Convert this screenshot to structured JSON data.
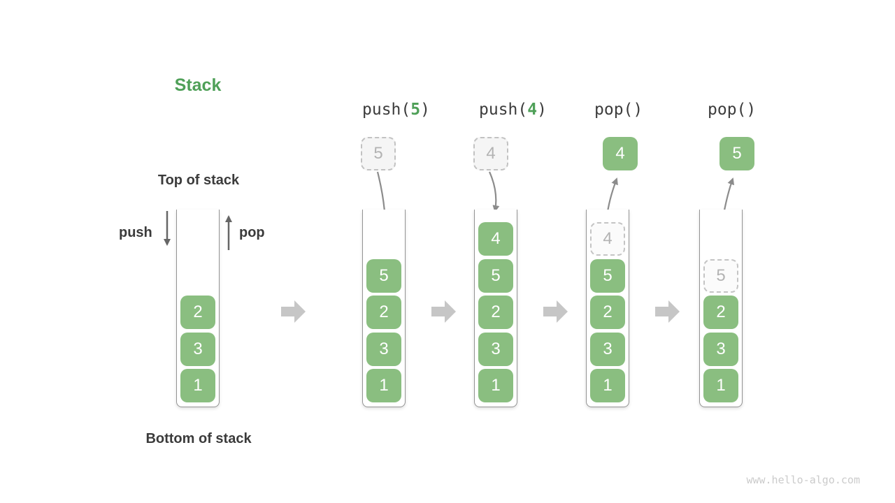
{
  "diagram": {
    "title": "Stack",
    "top_label": "Top of stack",
    "bottom_label": "Bottom of stack",
    "push_label": "push",
    "pop_label": "pop",
    "operations": [
      {
        "prefix": "push(",
        "arg": "5",
        "suffix": ")"
      },
      {
        "prefix": "push(",
        "arg": "4",
        "suffix": ")"
      },
      {
        "prefix": "pop(",
        "arg": "",
        "suffix": ")"
      },
      {
        "prefix": "pop(",
        "arg": "",
        "suffix": ")"
      }
    ],
    "states": [
      {
        "elements": [
          "1",
          "3",
          "2"
        ]
      },
      {
        "elements": [
          "1",
          "3",
          "2",
          "5"
        ],
        "incoming": "5"
      },
      {
        "elements": [
          "1",
          "3",
          "2",
          "5",
          "4"
        ],
        "incoming": "4"
      },
      {
        "elements": [
          "1",
          "3",
          "2",
          "5"
        ],
        "ghost": "4",
        "popped": "4"
      },
      {
        "elements": [
          "1",
          "3",
          "2"
        ],
        "ghost": "5",
        "popped": "5"
      }
    ],
    "watermark": "www.hello-algo.com",
    "colors": {
      "accent_green": "#4FA058",
      "cell_green": "#8ABE80",
      "text_dark": "#3B3B3B",
      "curve_arrow_gray": "#8C8C8C",
      "straight_arrow_gray": "#666666",
      "step_arrow_gray": "#C6C6C6",
      "ghost_gray": "#B3B3B3",
      "container_border_gray": "#949494"
    }
  }
}
